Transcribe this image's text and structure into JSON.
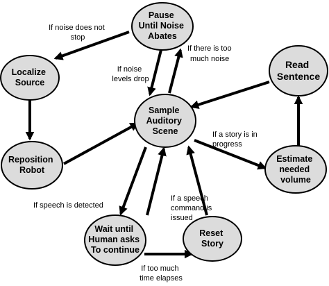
{
  "nodes": {
    "pause": [
      "Pause",
      "Until Noise",
      "Abates"
    ],
    "localize": [
      "Localize",
      "Source"
    ],
    "read": [
      "Read",
      "Sentence"
    ],
    "sample": [
      "Sample",
      "Auditory",
      "Scene"
    ],
    "reposition": [
      "Reposition",
      "Robot"
    ],
    "estimate": [
      "Estimate",
      "needed",
      "volume"
    ],
    "wait": [
      "Wait until",
      "Human asks",
      "To continue"
    ],
    "reset": [
      "Reset",
      "Story"
    ]
  },
  "edge_labels": {
    "noise_not_stop": [
      "If noise does not",
      "stop"
    ],
    "too_much_noise": [
      "If there is too",
      "much noise"
    ],
    "noise_drop": [
      "If noise",
      "levels drop"
    ],
    "story_in_progress": [
      "If a story is in",
      "progress"
    ],
    "speech_detected": [
      "If speech is detected"
    ],
    "speech_command": [
      "If a speech",
      "command is",
      "issued"
    ],
    "time_elapses": [
      "If too much",
      "time elapses"
    ]
  }
}
